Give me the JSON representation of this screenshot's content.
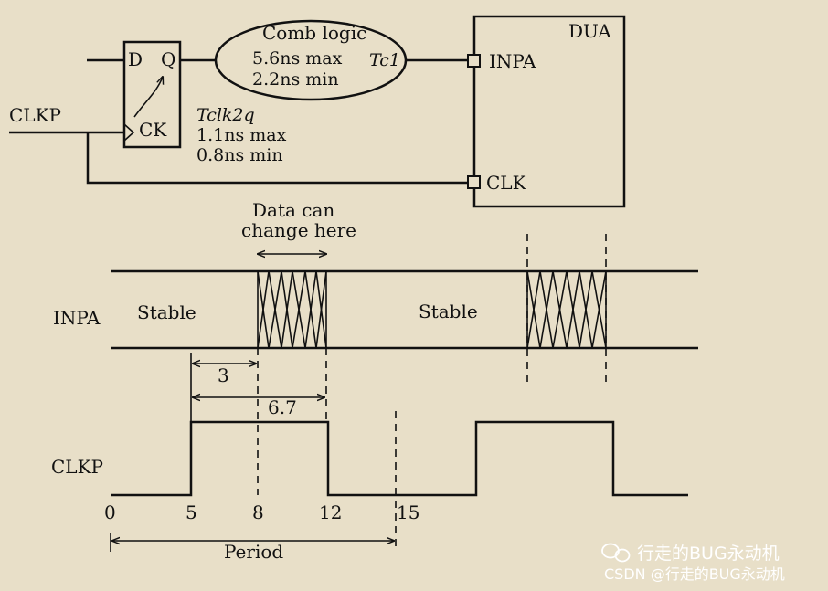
{
  "circuit": {
    "ff_d": "D",
    "ff_q": "Q",
    "ff_ck": "CK",
    "clk_input": "CLKP",
    "comb_title": "Comb logic",
    "comb_max": "5.6ns max",
    "comb_min": "2.2ns min",
    "tc1": "Tc1",
    "tclk2q": "Tclk2q",
    "tclk2q_max": "1.1ns max",
    "tclk2q_min": "0.8ns min",
    "dua_title": "DUA",
    "dua_inpa": "INPA",
    "dua_clk": "CLK"
  },
  "timing": {
    "data_change_line1": "Data can",
    "data_change_line2": "change here",
    "inpa_label": "INPA",
    "stable_1": "Stable",
    "stable_2": "Stable",
    "dim_3": "3",
    "dim_67": "6.7",
    "clkp_label": "CLKP",
    "ticks": [
      "0",
      "5",
      "8",
      "12",
      "15"
    ],
    "period": "Period"
  },
  "watermark": {
    "main": "行走的BUG永动机",
    "sub": "CSDN @行走的BUG永动机"
  }
}
